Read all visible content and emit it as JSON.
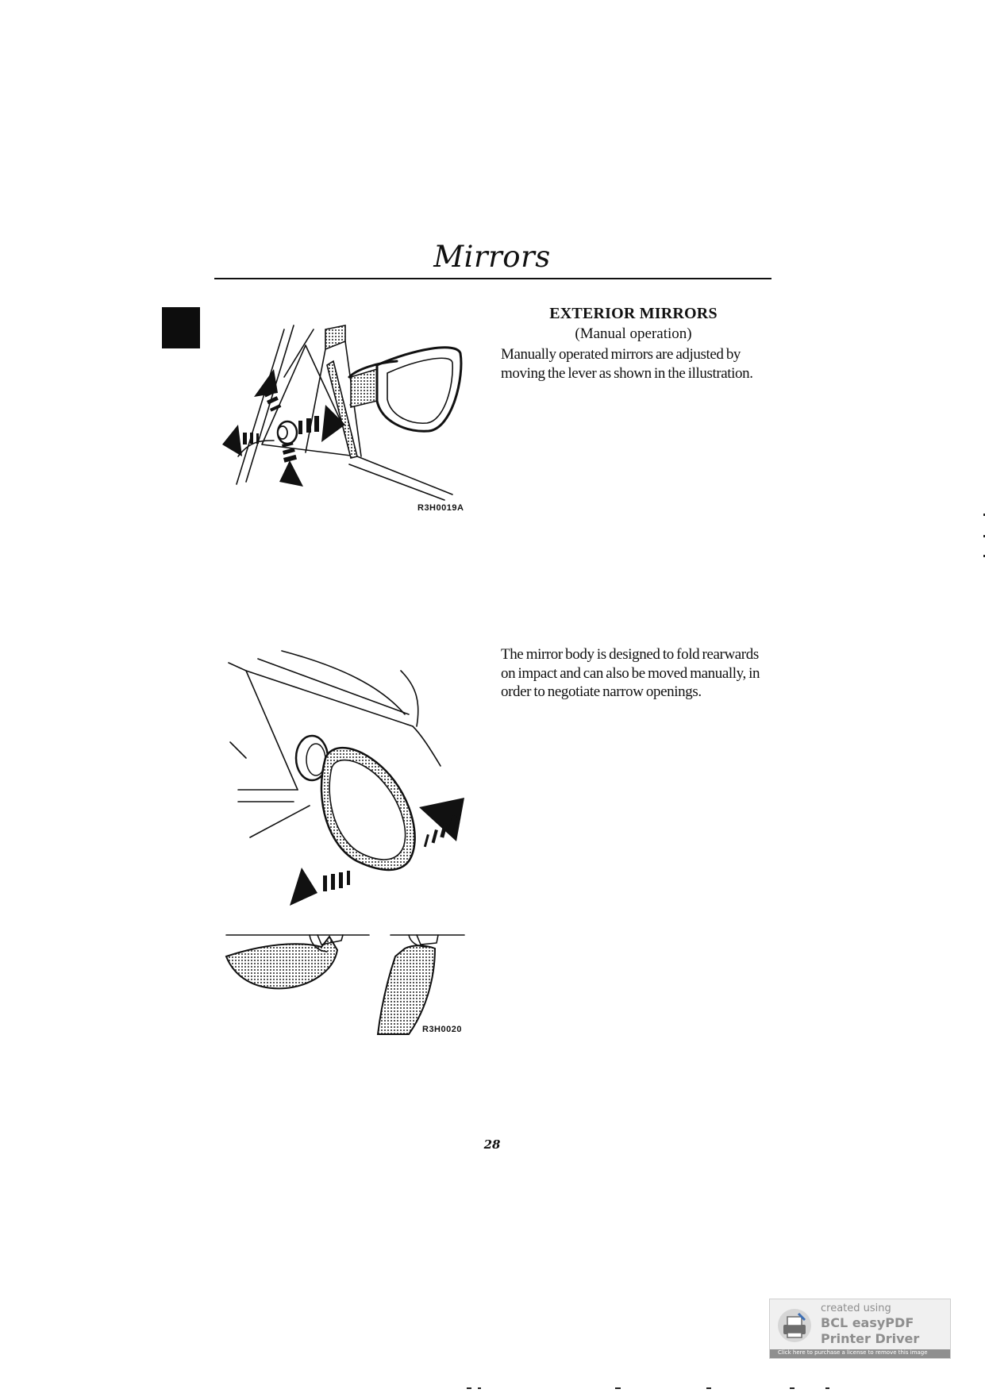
{
  "page": {
    "title": "Mirrors",
    "page_number": "28"
  },
  "section_1": {
    "heading": "EXTERIOR MIRRORS",
    "subheading": "(Manual operation)",
    "paragraph": "Manually operated mirrors are adjusted by moving the lever as shown in the illustration.",
    "figure_code": "R3H0019A"
  },
  "section_2": {
    "paragraph": "The mirror body is designed to fold rearwards on impact and can also be moved manually, in order to negotiate narrow openings.",
    "figure_code": "R3H0020"
  },
  "badge": {
    "line1": "created using",
    "line2": "BCL easyPDF",
    "line3": "Printer Driver",
    "strip": "Click here to purchase a license to remove this image"
  },
  "colors": {
    "ink": "#111111",
    "badge_text": "#8e8e8e",
    "badge_strip": "#8f8f8f"
  }
}
